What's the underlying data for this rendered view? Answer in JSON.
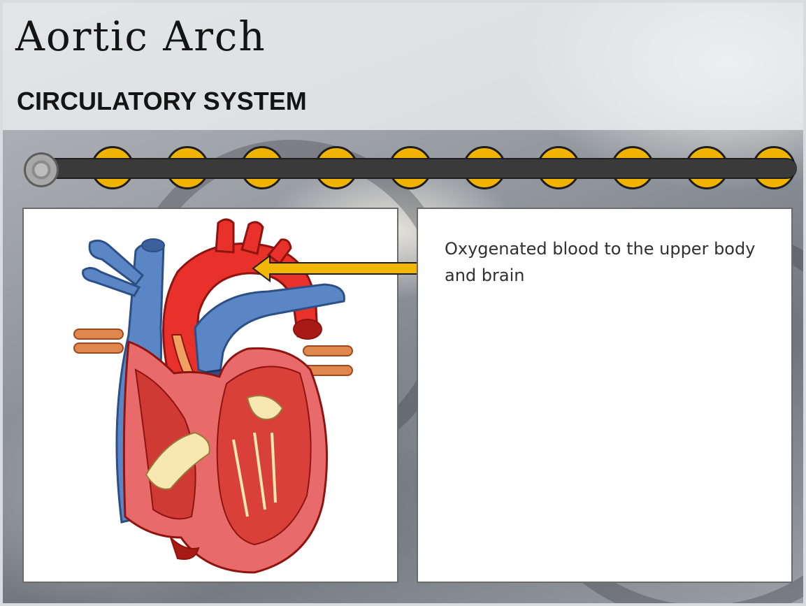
{
  "slide": {
    "title": "Aortic Arch",
    "subtitle": "CIRCULATORY SYSTEM"
  },
  "progress": {
    "total_steps": 11,
    "current_step": 1,
    "colors": {
      "done": "#f0b400",
      "current": "#a8a8a8",
      "track": "#3a3a3a"
    }
  },
  "illustration": {
    "subject": "heart-diagram",
    "pointer": "arrow pointing to aortic arch",
    "colors": {
      "arterial": "#e8312b",
      "venous": "#5b86c6",
      "muscle": "#e86a6a",
      "valve": "#f7e7b0",
      "arrow": "#f2b705"
    }
  },
  "description": {
    "text": "Oxygenated blood to the upper body and brain"
  }
}
